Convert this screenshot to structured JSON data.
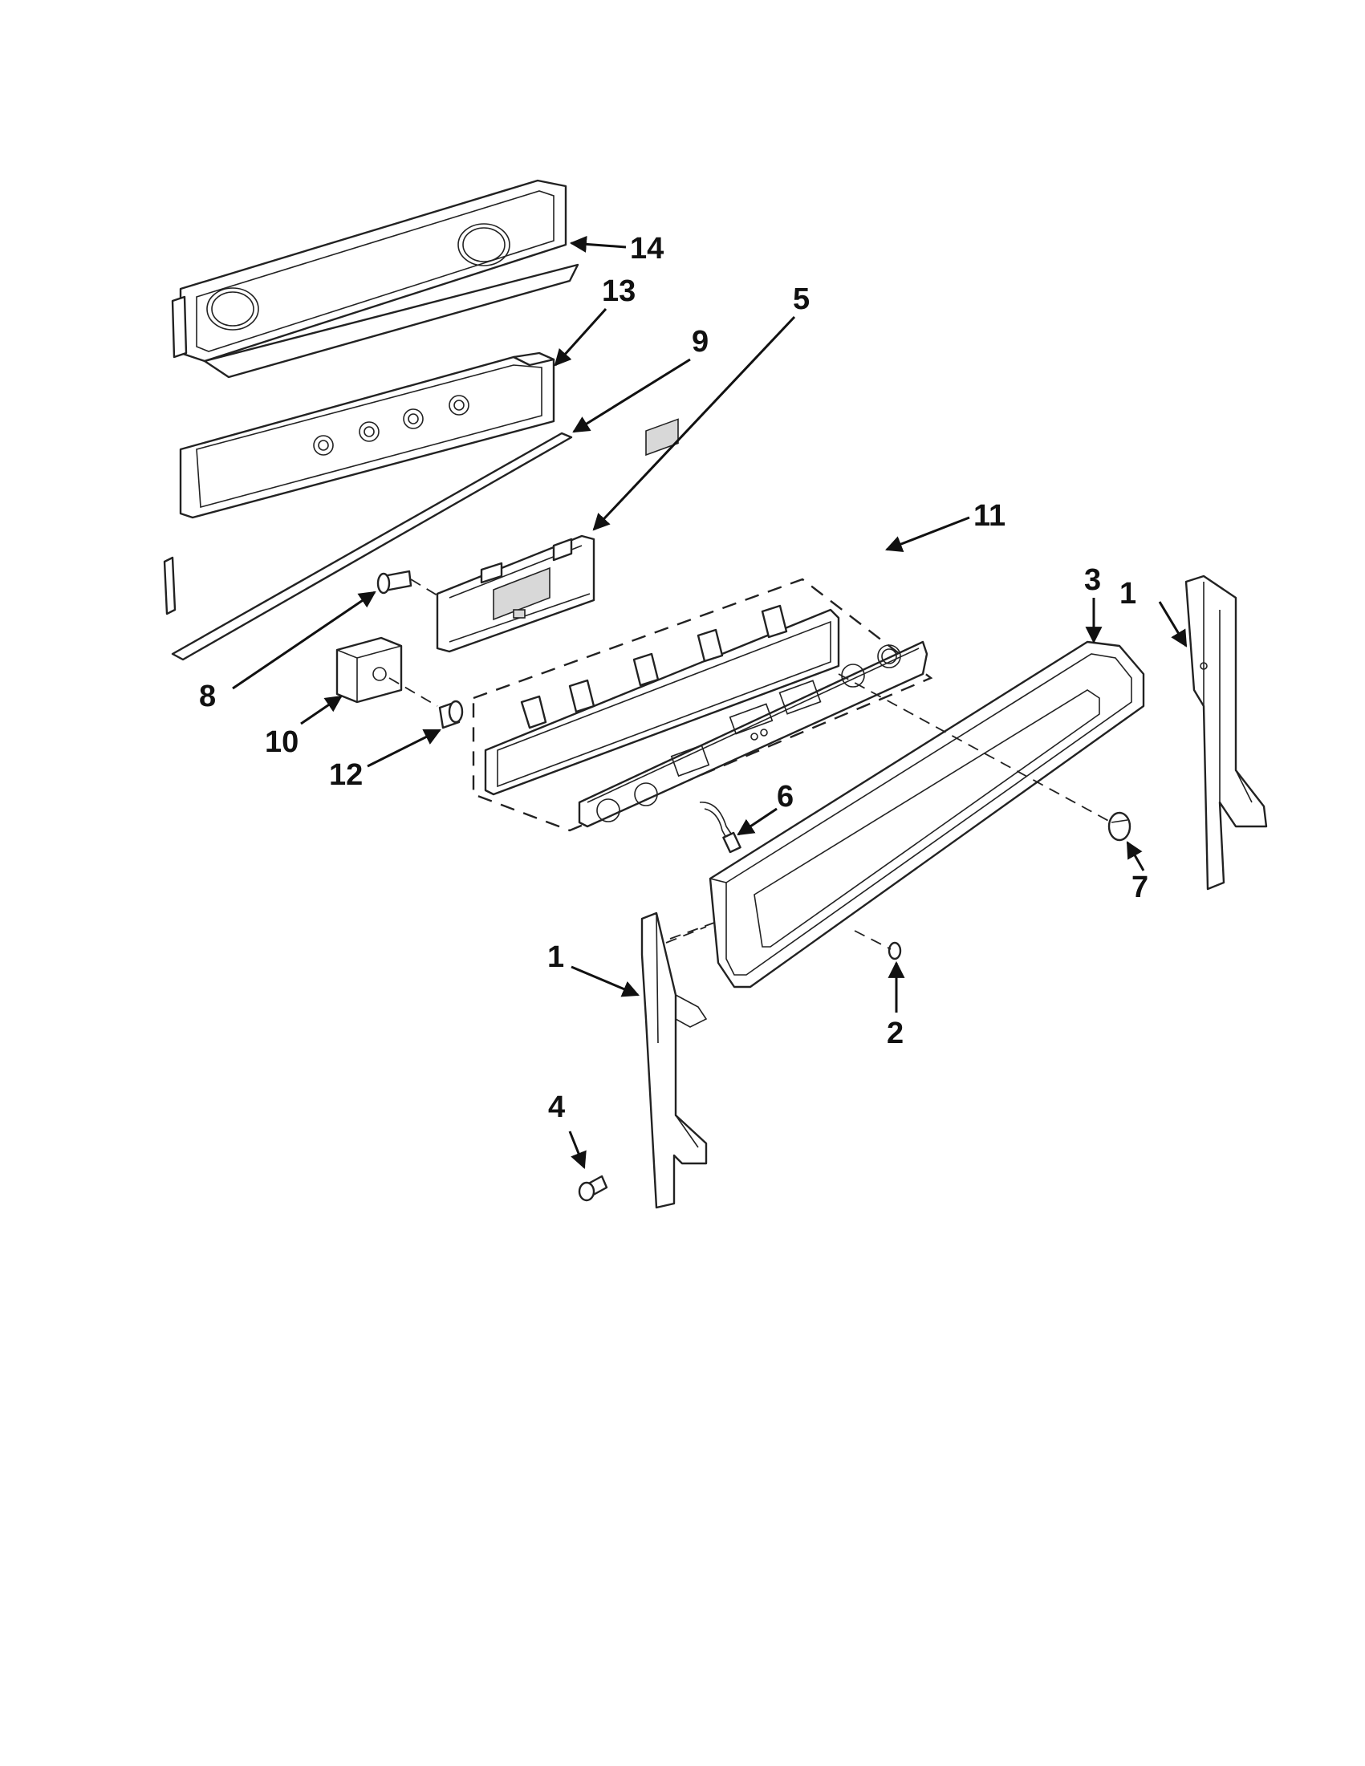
{
  "callouts": [
    {
      "id": "c14",
      "label": "14"
    },
    {
      "id": "c13",
      "label": "13"
    },
    {
      "id": "c9",
      "label": "9"
    },
    {
      "id": "c5",
      "label": "5"
    },
    {
      "id": "c11",
      "label": "11"
    },
    {
      "id": "c3",
      "label": "3"
    },
    {
      "id": "c1r",
      "label": "1"
    },
    {
      "id": "c8",
      "label": "8"
    },
    {
      "id": "c10",
      "label": "10"
    },
    {
      "id": "c12",
      "label": "12"
    },
    {
      "id": "c6",
      "label": "6"
    },
    {
      "id": "c7",
      "label": "7"
    },
    {
      "id": "c1l",
      "label": "1"
    },
    {
      "id": "c2",
      "label": "2"
    },
    {
      "id": "c4",
      "label": "4"
    }
  ]
}
